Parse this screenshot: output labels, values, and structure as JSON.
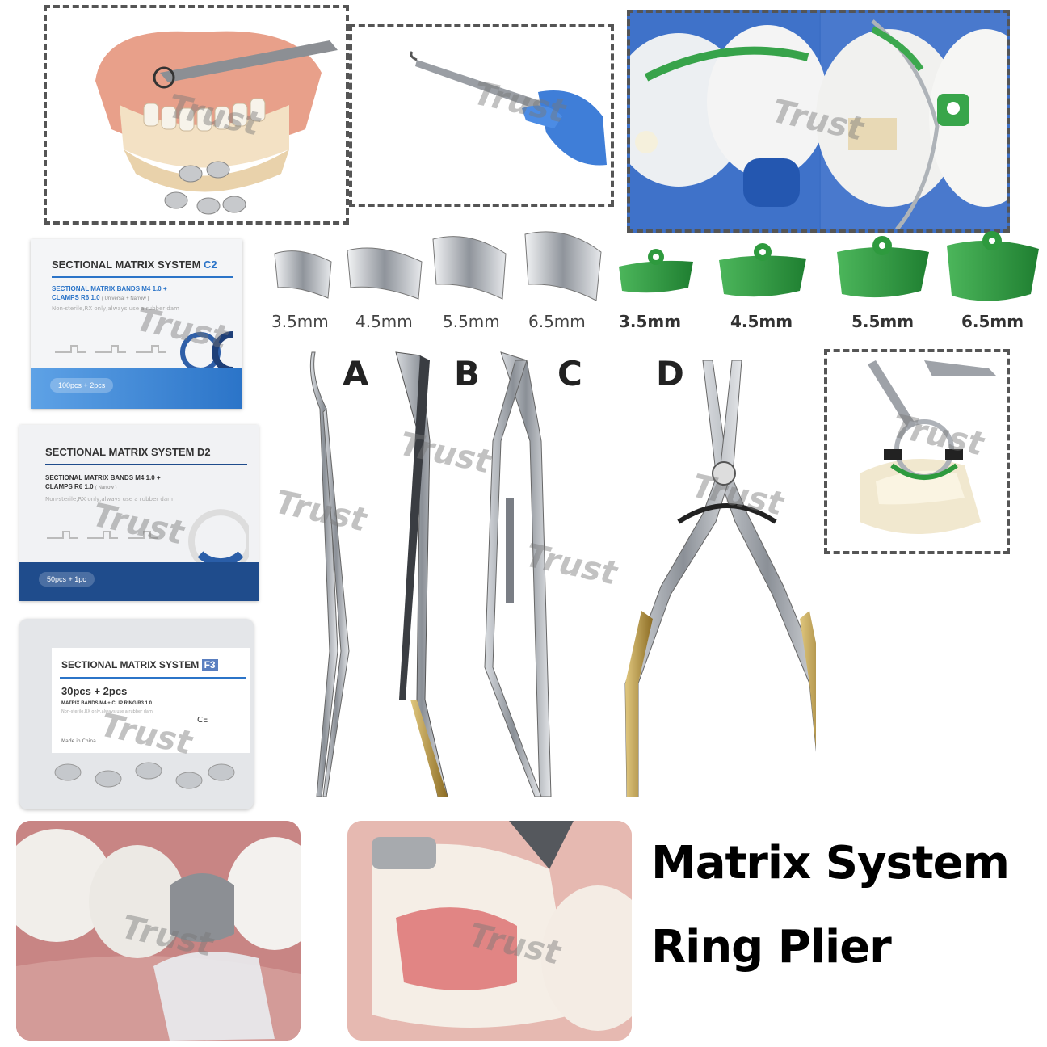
{
  "watermark": "Trust",
  "packages": [
    {
      "title": "SECTIONAL MATRIX SYSTEM",
      "code": "C2",
      "bands": "SECTIONAL MATRIX BANDS M4 1.0 +",
      "clamps": "CLAMPS R6 1.0",
      "clamps_note": "( Universal + Narrow )",
      "fine": "Non-sterile,RX only,always use a rubber dam",
      "count": "100pcs + 2pcs",
      "accent": "#2b74c8"
    },
    {
      "title": "SECTIONAL MATRIX SYSTEM",
      "code": "D2",
      "bands": "SECTIONAL MATRIX BANDS M4 1.0 +",
      "clamps": "CLAMPS R6 1.0",
      "clamps_note": "( Narrow )",
      "fine": "Non-sterile,RX only,always use a rubber dam",
      "count": "50pcs + 1pc",
      "accent": "#1f4c8c"
    },
    {
      "title": "SECTIONAL MATRIX SYSTEM",
      "code": "F3",
      "count": "30pcs + 2pcs",
      "bands": "MATRIX BANDS M4 + CLIP RING R3 1.0",
      "fine": "Non-sterile,RX only,always use a rubber dam",
      "made_in": "Made in China"
    }
  ],
  "band_sizes": {
    "metal": [
      "3.5mm",
      "4.5mm",
      "5.5mm",
      "6.5mm"
    ],
    "green": [
      "3.5mm",
      "4.5mm",
      "5.5mm",
      "6.5mm"
    ]
  },
  "instrument_letters": [
    "A",
    "B",
    "C",
    "D"
  ],
  "headline": {
    "line1": "Matrix System",
    "line2": "Ring Plier"
  },
  "colors": {
    "band_green": "#2e9a3e",
    "metal": "#b8bcc2",
    "gold": "#b9953a",
    "package_blue": "#2b74c8",
    "package_dark_blue": "#1f4c8c"
  }
}
